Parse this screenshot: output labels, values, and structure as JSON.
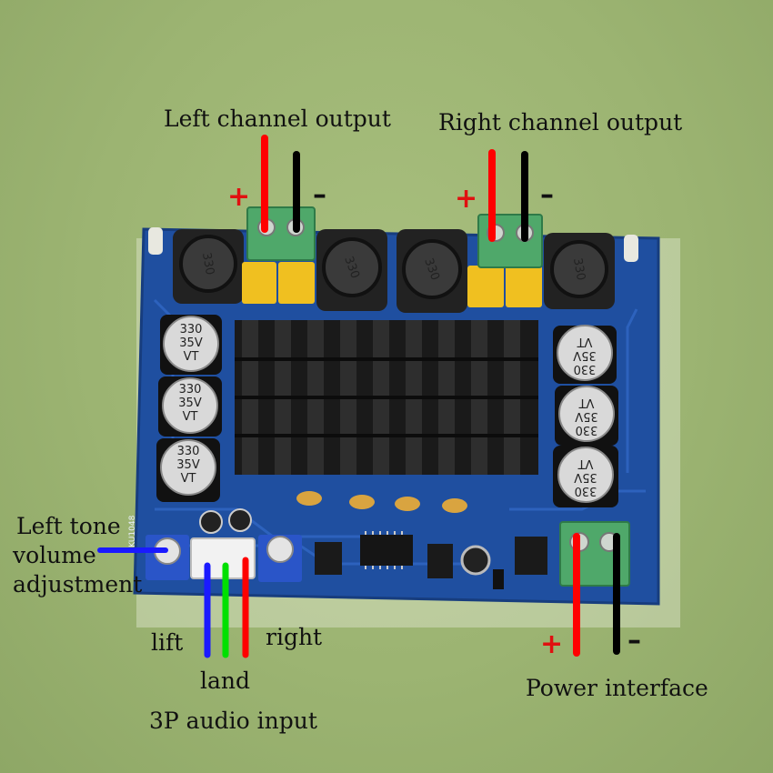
{
  "labels": {
    "left_output": "Left channel output",
    "right_output": "Right channel output",
    "tone_line1": "Left tone",
    "tone_line2": "volume",
    "tone_line3": "adjustment",
    "lift": "lift",
    "land": "land",
    "right": "right",
    "audio_input": "3P audio input",
    "power": "Power interface",
    "plus": "+",
    "minus": "–"
  },
  "board": {
    "capacitor_value_1": "330",
    "capacitor_value_2": "35V",
    "capacitor_value_3": "VT",
    "inductor_value": "330",
    "model": "XKU1048"
  },
  "colors": {
    "background": "#9cb472",
    "pcb": "#1f4fa0",
    "wire_positive": "#ff0000",
    "wire_negative": "#000000",
    "wire_left": "#1a1aff",
    "wire_ground": "#00e000",
    "wire_right": "#ff0000",
    "terminal": "#4fa86a",
    "heatsink": "#1a1a1a"
  }
}
